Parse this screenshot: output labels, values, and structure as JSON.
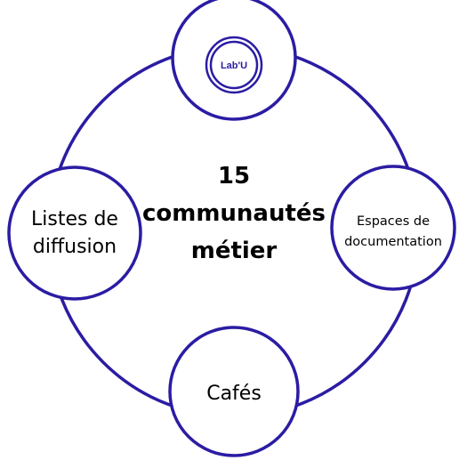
{
  "colors": {
    "stroke": "#2b1ca3",
    "text": "#000000",
    "background": "#ffffff"
  },
  "center": {
    "line1": "15",
    "line2": "communautés",
    "line3": "métier"
  },
  "nodes": {
    "top": {
      "logo_text": "Lab'U",
      "icon": "lab-u-logo"
    },
    "left": {
      "line1": "Listes de",
      "line2": "diffusion"
    },
    "right": {
      "line1": "Espaces de",
      "line2": "documentation"
    },
    "bottom": {
      "line1": "Cafés"
    }
  }
}
